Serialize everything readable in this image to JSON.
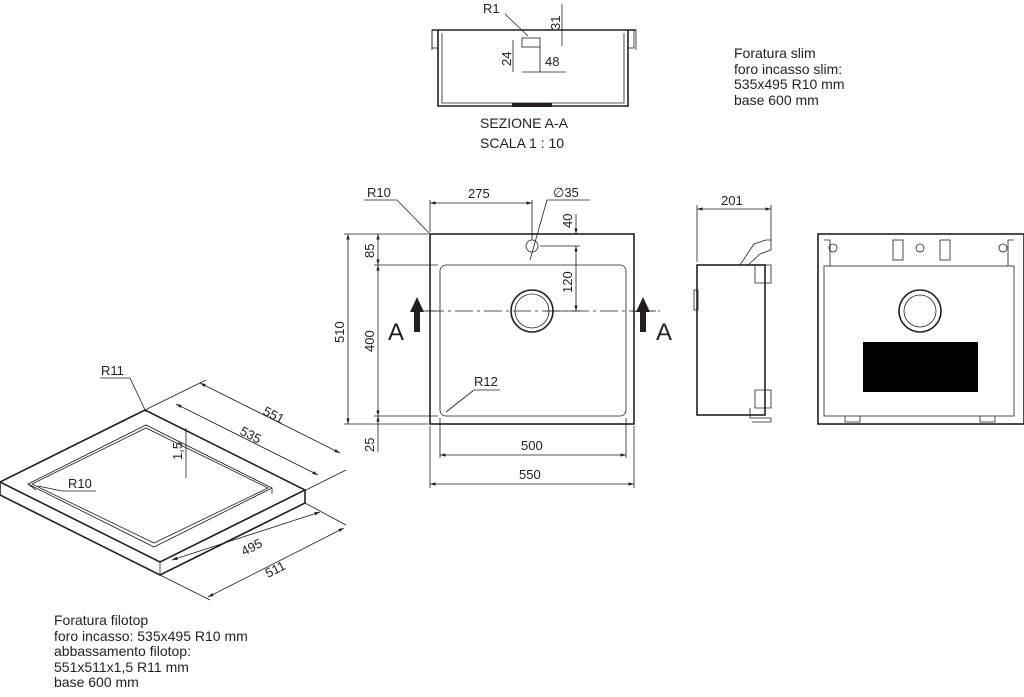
{
  "section": {
    "title": "SEZIONE A-A",
    "scale": "SCALA 1 : 10",
    "dims": {
      "r1": "R1",
      "d31": "31",
      "d24": "24",
      "d48": "48"
    }
  },
  "notes_slim": [
    "Foratura slim",
    "foro incasso slim:",
    "535x495 R10 mm",
    "base 600 mm"
  ],
  "notes_filotop": [
    "Foratura filotop",
    "foro incasso: 535x495 R10 mm",
    "abbassamento filotop:",
    "551x511x1,5 R11 mm",
    "base 600 mm"
  ],
  "top_view": {
    "dims": {
      "r10": "R10",
      "d275": "275",
      "dia35": "∅35",
      "d40": "40",
      "d85": "85",
      "d120": "120",
      "d510": "510",
      "d400": "400",
      "d25": "25",
      "r12": "R12",
      "d500": "500",
      "d550": "550"
    },
    "section_mark": "A"
  },
  "side_view": {
    "dims": {
      "d201": "201"
    }
  },
  "iso_view": {
    "dims": {
      "r11": "R11",
      "d551": "551",
      "d535": "535",
      "d1_5": "1,5",
      "r10": "R10",
      "d495": "495",
      "d511": "511"
    }
  }
}
